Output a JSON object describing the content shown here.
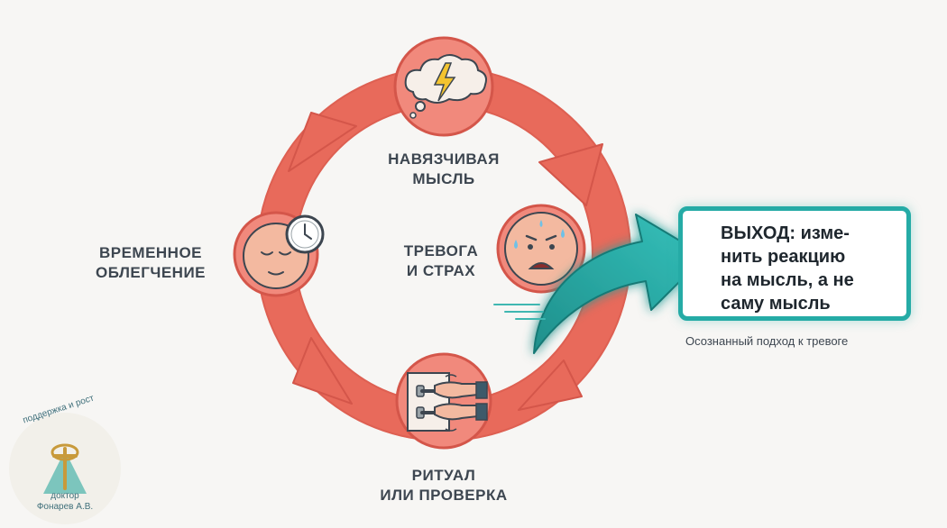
{
  "cycle": {
    "step1": "НАВЯЗЧИВАЯ\nМЫСЛЬ",
    "step2": "ТРЕВОГА\nИ СТРАХ",
    "step3": "РИТУАЛ\nИЛИ ПРОВЕРКА",
    "step4": "ВРЕМЕННОЕ\nОБЛЕГЧЕНИЕ"
  },
  "exit": {
    "text": "ВЫХОД: изме-\nнить реакцию\nна мысль, а не\nсаму мысль",
    "caption": "Осознанный подход к тревоге"
  },
  "logo": {
    "top_text": "поддержка и рост",
    "bottom_text": "доктор\nФонарев А.В."
  },
  "colors": {
    "ring": "#e86a5b",
    "ring_dark": "#d4564a",
    "node_fill": "#f1897c",
    "face": "#f3b9a0",
    "exit_accent": "#25aba6",
    "text": "#3d4650"
  },
  "icons": [
    "thought-cloud-lightning-icon",
    "anxious-face-icon",
    "hands-door-handle-icon",
    "relieved-face-icon",
    "clock-icon",
    "exit-arrow-icon",
    "logo-emblem-icon"
  ]
}
